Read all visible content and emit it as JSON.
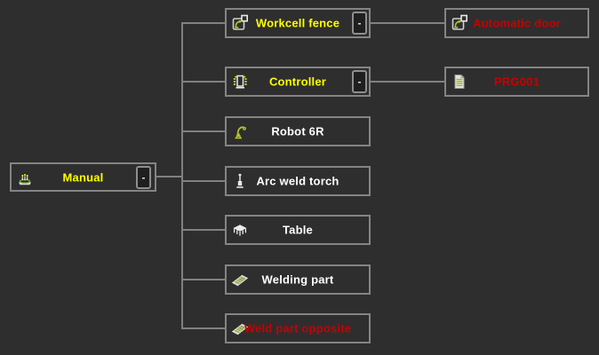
{
  "palette": {
    "background": "#2e2e2e",
    "box_border": "#848484",
    "connector_line": "#808080",
    "collapse_button_background": "#1f1f1f",
    "collapse_button_border": "#8e8e8e",
    "collapse_button_text": "#e0e0e0",
    "label_yellow": "#ffff00",
    "label_white": "#ffffff",
    "label_red": "#c80000",
    "icon_green": "#b4c428"
  },
  "tree": {
    "root": {
      "label": "Manual",
      "label_color": "#ffff00",
      "icon": "workstation-icon",
      "collapse_label": "-"
    },
    "children": [
      {
        "label": "Workcell fence",
        "label_color": "#ffff00",
        "icon": "workcell-icon",
        "collapse_label": "-",
        "child": {
          "label": "Automatic door",
          "label_color": "#c80000",
          "icon": "workcell-icon"
        }
      },
      {
        "label": "Controller",
        "label_color": "#ffff00",
        "icon": "controller-icon",
        "collapse_label": "-",
        "child": {
          "label": "PRG001",
          "label_color": "#c80000",
          "icon": "program-icon"
        }
      },
      {
        "label": "Robot 6R",
        "label_color": "#ffffff",
        "icon": "robot-arm-icon"
      },
      {
        "label": "Arc weld torch",
        "label_color": "#ffffff",
        "icon": "torch-icon"
      },
      {
        "label": "Table",
        "label_color": "#ffffff",
        "icon": "table-icon"
      },
      {
        "label": "Welding part",
        "label_color": "#ffffff",
        "icon": "part-icon"
      },
      {
        "label": "Weld part opposite",
        "label_color": "#c80000",
        "icon": "part-icon"
      }
    ]
  }
}
